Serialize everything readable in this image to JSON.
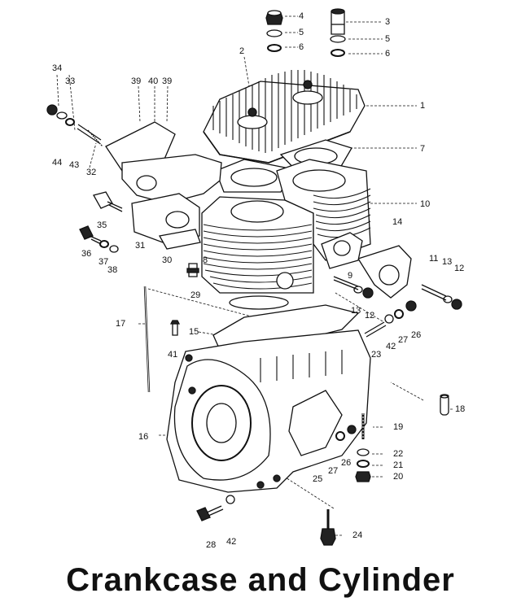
{
  "title": "Crankcase and Cylinder",
  "labels": [
    "1",
    "2",
    "3",
    "4",
    "5",
    "5",
    "6",
    "6",
    "7",
    "8",
    "9",
    "10",
    "11",
    "12",
    "12",
    "13",
    "13",
    "14",
    "15",
    "16",
    "17",
    "18",
    "19",
    "20",
    "21",
    "22",
    "23",
    "24",
    "25",
    "26",
    "26",
    "27",
    "27",
    "28",
    "29",
    "30",
    "31",
    "32",
    "33",
    "34",
    "35",
    "36",
    "37",
    "38",
    "39",
    "39",
    "40",
    "41",
    "42",
    "42",
    "43",
    "44"
  ]
}
